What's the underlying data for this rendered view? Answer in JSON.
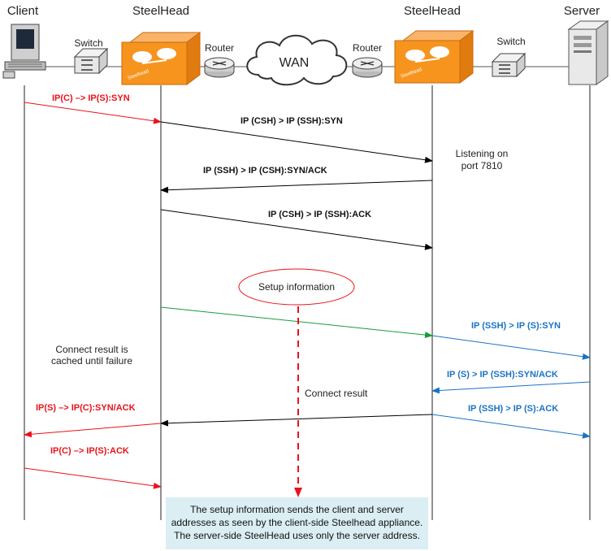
{
  "entities": {
    "client": "Client",
    "steelhead_left": "SteelHead",
    "steelhead_right": "SteelHead",
    "server": "Server",
    "switch_left": "Switch",
    "switch_right": "Switch",
    "router_left": "Router",
    "router_right": "Router",
    "wan": "WAN",
    "appliance_brand": "Steelhead"
  },
  "colors": {
    "client_flow": "#e8131b",
    "inner_flow": "#000000",
    "server_flow": "#1a73c5",
    "setup_flow": "#1a9a3a",
    "appliance_orange": "#f7941d",
    "note_bg": "#dbeef4"
  },
  "messages": {
    "m1": "IP(C) –> IP(S):SYN",
    "m2": "IP (CSH) > IP (SSH):SYN",
    "m3": "IP (SSH) > IP (CSH):SYN/ACK",
    "m4": "IP (CSH) > IP (SSH):ACK",
    "m5": "IP (SSH) > IP (S):SYN",
    "m6": "IP (S) > IP (SSH):SYN/ACK",
    "m7": "IP (SSH) > IP (S):ACK",
    "m8": "IP(S) –> IP(C):SYN/ACK",
    "m9": "IP(C) –> IP(S):ACK"
  },
  "annotations": {
    "listening_1": "Listening on",
    "listening_2": "port 7810",
    "setup_info": "Setup information",
    "connect_result": "Connect result",
    "cached_1": "Connect result is",
    "cached_2": "cached until failure"
  },
  "note": {
    "line1": "The setup information sends the client and server",
    "line2": "addresses as seen by the client-side Steelhead appliance.",
    "line3": "The server-side SteelHead uses only the server address."
  }
}
